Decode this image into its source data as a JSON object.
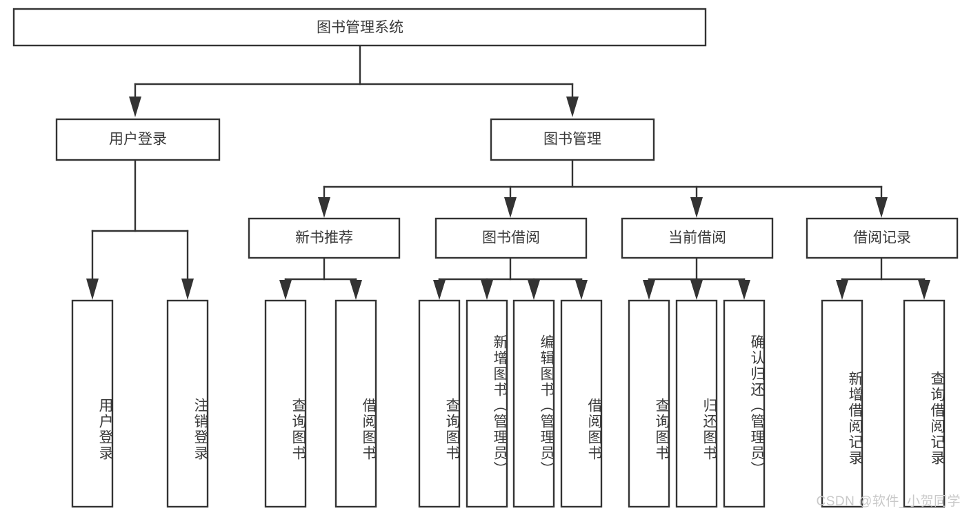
{
  "diagram": {
    "title": "图书管理系统",
    "type": "tree-hierarchy-flowchart",
    "orientation": "top-down",
    "colors": {
      "background": "#ffffff",
      "box_fill": "#ffffff",
      "box_stroke": "#333333",
      "text": "#3a3a3a",
      "watermark": "#c9c9c9"
    },
    "root": {
      "id": "root",
      "label": "图书管理系统",
      "text_orientation": "horizontal"
    },
    "level2": [
      {
        "id": "user-login",
        "label": "用户登录",
        "text_orientation": "horizontal"
      },
      {
        "id": "book-manage",
        "label": "图书管理",
        "text_orientation": "horizontal"
      }
    ],
    "level3": [
      {
        "id": "new-book-recommend",
        "label": "新书推荐",
        "parent": "book-manage",
        "text_orientation": "horizontal"
      },
      {
        "id": "book-borrow",
        "label": "图书借阅",
        "parent": "book-manage",
        "text_orientation": "horizontal"
      },
      {
        "id": "current-borrow",
        "label": "当前借阅",
        "parent": "book-manage",
        "text_orientation": "horizontal"
      },
      {
        "id": "borrow-record",
        "label": "借阅记录",
        "parent": "book-manage",
        "text_orientation": "horizontal"
      }
    ],
    "leaves": [
      {
        "id": "leaf-user-login",
        "label": "用户登录",
        "parent": "user-login",
        "text_orientation": "vertical"
      },
      {
        "id": "leaf-logout-login",
        "label": "注销登录",
        "parent": "user-login",
        "text_orientation": "vertical"
      },
      {
        "id": "leaf-query-book-1",
        "label": "查询图书",
        "parent": "new-book-recommend",
        "text_orientation": "vertical"
      },
      {
        "id": "leaf-borrow-book-1",
        "label": "借阅图书",
        "parent": "new-book-recommend",
        "text_orientation": "vertical"
      },
      {
        "id": "leaf-query-book-2",
        "label": "查询图书",
        "parent": "book-borrow",
        "text_orientation": "vertical"
      },
      {
        "id": "leaf-add-book",
        "label": "新增图书（管理员）",
        "parent": "book-borrow",
        "text_orientation": "vertical"
      },
      {
        "id": "leaf-edit-book",
        "label": "编辑图书（管理员）",
        "parent": "book-borrow",
        "text_orientation": "vertical"
      },
      {
        "id": "leaf-borrow-book-2",
        "label": "借阅图书",
        "parent": "book-borrow",
        "text_orientation": "vertical"
      },
      {
        "id": "leaf-query-book-3",
        "label": "查询图书",
        "parent": "current-borrow",
        "text_orientation": "vertical"
      },
      {
        "id": "leaf-return-book",
        "label": "归还图书",
        "parent": "current-borrow",
        "text_orientation": "vertical"
      },
      {
        "id": "leaf-confirm-return",
        "label": "确认归还（管理员）",
        "parent": "current-borrow",
        "text_orientation": "vertical"
      },
      {
        "id": "leaf-add-record",
        "label": "新增借阅记录",
        "parent": "borrow-record",
        "text_orientation": "vertical"
      },
      {
        "id": "leaf-query-record",
        "label": "查询借阅记录",
        "parent": "borrow-record",
        "text_orientation": "vertical"
      }
    ]
  },
  "watermark": {
    "text": "CSDN @软件_小贺同学"
  }
}
